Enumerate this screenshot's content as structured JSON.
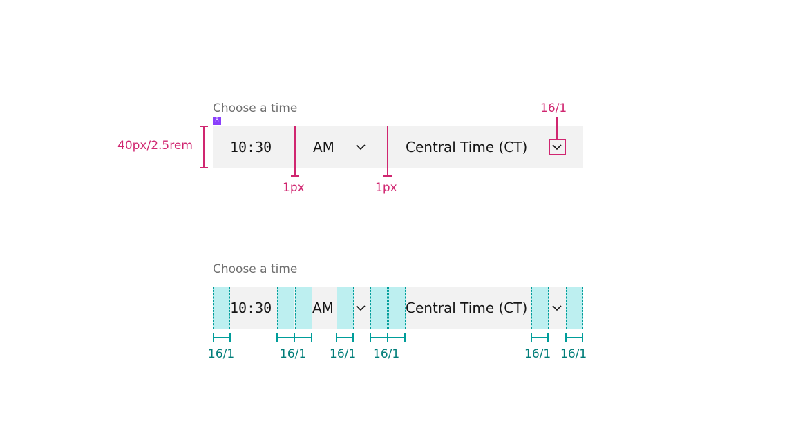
{
  "label": "Choose a time",
  "time_value": "10:30",
  "period_value": "AM",
  "timezone_value": "Central Time (CT)",
  "annotations": {
    "height_spec": "40px/2.5rem",
    "divider_spec": "1px",
    "icon_spec": "16/1",
    "spacing_badge": "8",
    "padding_spec": "16/1"
  },
  "colors": {
    "annotation_magenta": "#d02670",
    "annotation_teal": "#007d79",
    "padding_fill": "#bdeff0",
    "field_background": "#f2f2f2"
  },
  "icons": {
    "dropdown": "chevron-down-icon"
  }
}
